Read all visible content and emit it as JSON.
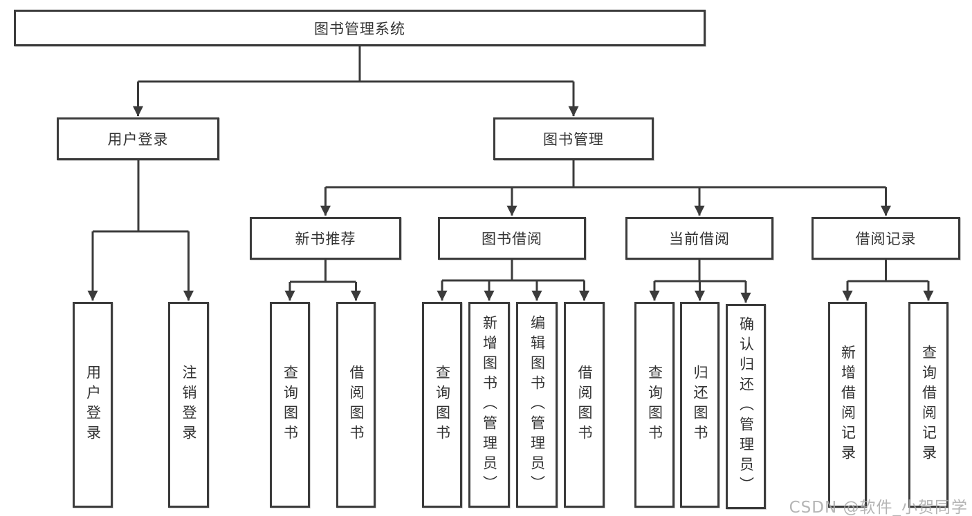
{
  "diagram": {
    "root": {
      "label": "图书管理系统"
    },
    "level2": [
      {
        "label": "用户登录"
      },
      {
        "label": "图书管理"
      }
    ],
    "level3": [
      {
        "label": "新书推荐"
      },
      {
        "label": "图书借阅"
      },
      {
        "label": "当前借阅"
      },
      {
        "label": "借阅记录"
      }
    ],
    "leaves": [
      {
        "label": "用户登录"
      },
      {
        "label": "注销登录"
      },
      {
        "label": "查询图书"
      },
      {
        "label": "借阅图书"
      },
      {
        "label": "查询图书"
      },
      {
        "label": "新增图书（管理员）"
      },
      {
        "label": "编辑图书（管理员）"
      },
      {
        "label": "借阅图书"
      },
      {
        "label": "查询图书"
      },
      {
        "label": "归还图书"
      },
      {
        "label": "确认归还（管理员）"
      },
      {
        "label": "新增借阅记录"
      },
      {
        "label": "查询借阅记录"
      }
    ],
    "watermark": "CSDN @软件_小贺同学",
    "colors": {
      "line": "#3b3b3b",
      "text": "#333333",
      "watermark": "#a8a8a8",
      "background": "#ffffff"
    }
  }
}
